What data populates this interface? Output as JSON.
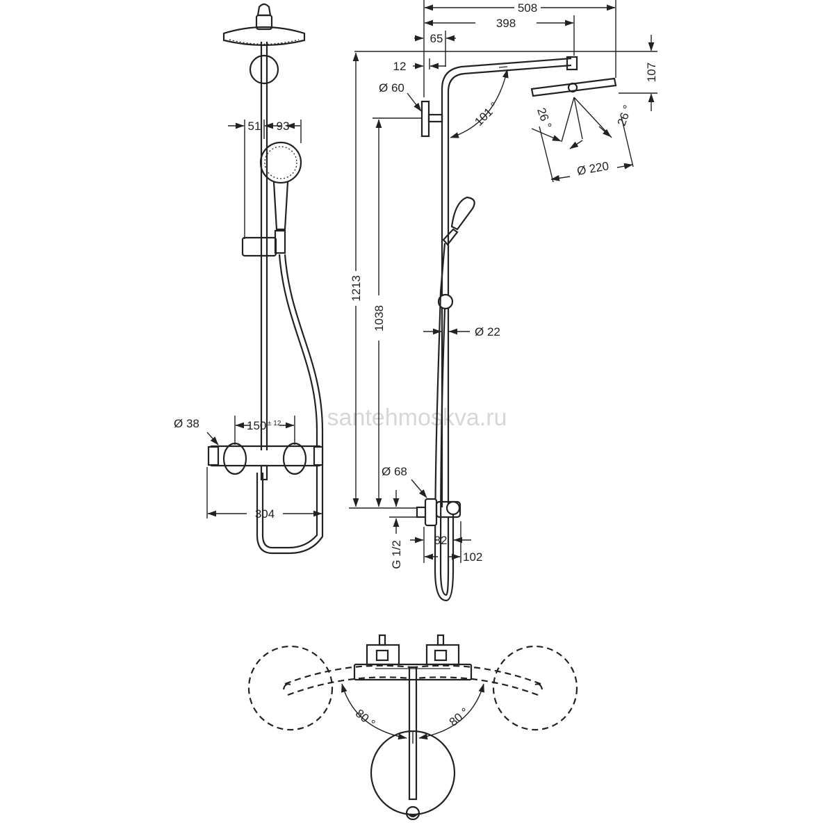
{
  "watermark": "santehmoskva.ru",
  "front_view": {
    "dims": {
      "d51": "51",
      "d93": "93",
      "d38": "Ø 38",
      "d150": "150",
      "d150_tol": "± 12",
      "d304": "304"
    }
  },
  "side_view": {
    "dims": {
      "d508": "508",
      "d398": "398",
      "d65": "65",
      "d12": "12",
      "d107": "107",
      "d60": "Ø 60",
      "a101": "101 °",
      "a26_left": "26 °",
      "a26_right": "26 °",
      "d220": "Ø 220",
      "d1213": "1213",
      "d1038": "1038",
      "d22": "Ø 22",
      "d68": "Ø 68",
      "g12": "G 1/2",
      "d82": "82",
      "d102": "102"
    }
  },
  "top_view": {
    "dims": {
      "a80_left": "80 °",
      "a80_right": "80 °"
    }
  },
  "icons": {
    "arrow": "dimension-arrow-icon"
  }
}
